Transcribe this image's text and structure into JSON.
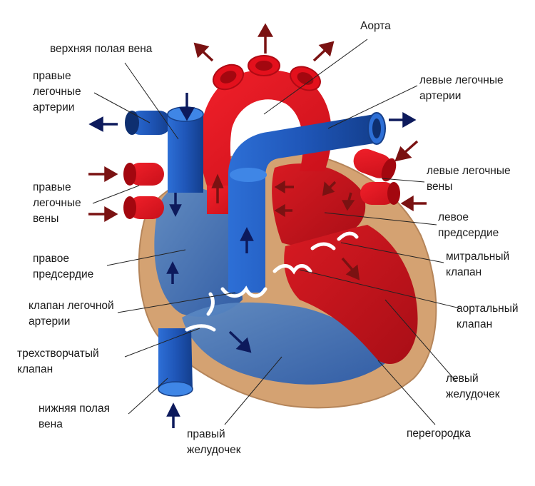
{
  "labels": {
    "aorta": "Аорта",
    "superior_vena_cava": "верхняя полая вена",
    "right_pulmonary_arteries": "правые\nлегочные\nартерии",
    "left_pulmonary_arteries": "левые легочные\nартерии",
    "right_pulmonary_veins": "правые\nлегочные\nвены",
    "left_pulmonary_veins": "левые легочные\nвены",
    "left_atrium": "левое\nпредсердие",
    "right_atrium": "правое\nпредсердие",
    "mitral_valve": "митральный\nклапан",
    "pulmonary_valve": "клапан легочной\nартерии",
    "aortic_valve": "аортальный\nклапан",
    "tricuspid_valve": "трехстворчатый\nклапан",
    "left_ventricle": "левый\nжелудочек",
    "inferior_vena_cava": "нижняя полая\nвена",
    "right_ventricle": "правый\nжелудочек",
    "septum": "перегородка"
  },
  "colors": {
    "oxygenated_blood": "#e3101c",
    "deoxygenated_blood": "#1f56b8",
    "heart_muscle": "#d4a272",
    "flow_arrow_red": "#7a1212",
    "flow_arrow_blue": "#0d1a5c",
    "leader_line": "#222222"
  }
}
